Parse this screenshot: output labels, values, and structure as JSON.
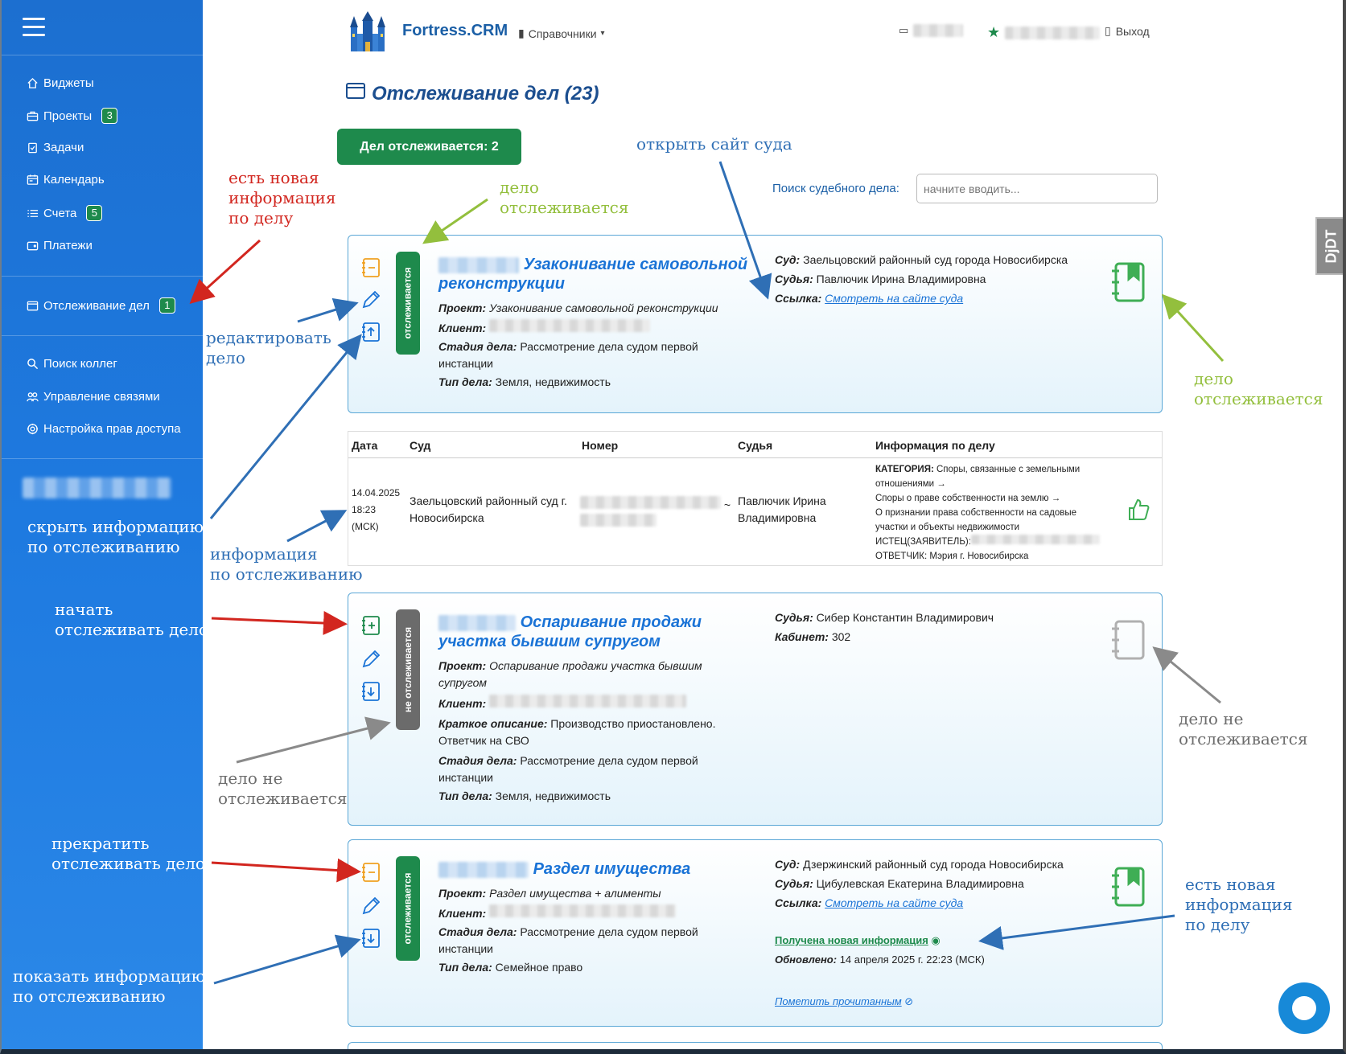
{
  "app": {
    "brand": "Fortress.CRM",
    "menu_reference": "Справочники",
    "header_logout": "Выход",
    "page_title": "Отслеживание дел (23)"
  },
  "sidebar": {
    "items": [
      {
        "label": "Виджеты",
        "icon": "home-icon"
      },
      {
        "label": "Проекты",
        "icon": "briefcase-icon",
        "badge": "3"
      },
      {
        "label": "Задачи",
        "icon": "clipboard-check-icon"
      },
      {
        "label": "Календарь",
        "icon": "calendar-icon"
      },
      {
        "label": "Счета",
        "icon": "list-icon",
        "badge": "5"
      },
      {
        "label": "Платежи",
        "icon": "wallet-icon"
      },
      {
        "label": "Отслеживание дел",
        "icon": "window-icon",
        "badge": "1"
      },
      {
        "label": "Поиск коллег",
        "icon": "search-icon"
      },
      {
        "label": "Управление связями",
        "icon": "people-icon"
      },
      {
        "label": "Настройка прав доступа",
        "icon": "gear-icon"
      }
    ]
  },
  "toolbar": {
    "tracked_count_label": "Дел отслеживается: 2",
    "search_label": "Поиск судебного дела:",
    "search_placeholder": "начните вводить..."
  },
  "cards": [
    {
      "status": "отслеживается",
      "title": "Узаконивание самовольной реконструкции",
      "title_line1": "Узаконивание самовольной",
      "title_line2": "реконструкции",
      "project_label": "Проект:",
      "project": "Узаконивание самовольной реконструкции",
      "client_label": "Клиент:",
      "stage_label": "Стадия дела:",
      "stage_line1": "Рассмотрение дела судом первой",
      "stage_line2": "инстанции",
      "type_label": "Тип дела:",
      "type": "Земля, недвижимость",
      "court_label": "Суд:",
      "court": "Заельцовский районный суд города Новосибирска",
      "judge_label": "Судья:",
      "judge": "Павлючик Ирина Владимировна",
      "link_label": "Ссылка:",
      "link": "Смотреть на сайте суда"
    },
    {
      "status": "не отслеживается",
      "title_line1": "Оспаривание продажи",
      "title_line2": "участка бывшим супругом",
      "project_label": "Проект:",
      "project_line1": "Оспаривание продажи участка бывшим",
      "project_line2": "супругом",
      "client_label": "Клиент:",
      "desc_label": "Краткое описание:",
      "desc_line1": "Производство приостановлено.",
      "desc_line2": "Ответчик на СВО",
      "stage_label": "Стадия дела:",
      "stage_line1": "Рассмотрение дела судом первой",
      "stage_line2": "инстанции",
      "type_label": "Тип дела:",
      "type": "Земля, недвижимость",
      "judge_label": "Судья:",
      "judge": "Сибер Константин Владимирович",
      "cabinet_label": "Кабинет:",
      "cabinet": "302"
    },
    {
      "status": "отслеживается",
      "title_line1": "Раздел имущества",
      "project_label": "Проект:",
      "project": "Раздел имущества + алименты",
      "client_label": "Клиент:",
      "stage_label": "Стадия дела:",
      "stage_line1": "Рассмотрение дела судом первой",
      "stage_line2": "инстанции",
      "type_label": "Тип дела:",
      "type": "Семейное право",
      "court_label": "Суд:",
      "court": "Дзержинский районный суд города Новосибирска",
      "judge_label": "Судья:",
      "judge": "Цибулевская Екатерина Владимировна",
      "link_label": "Ссылка:",
      "link": "Смотреть на сайте суда",
      "new_info": "Получена новая информация",
      "updated_label": "Обновлено:",
      "updated": "14 апреля 2025 г. 22:23 (МСК)",
      "mark_read": "Пометить прочитанным"
    }
  ],
  "tracking_table": {
    "headers": [
      "Дата",
      "Суд",
      "Номер",
      "Судья",
      "Информация по делу"
    ],
    "date_line1": "14.04.2025",
    "date_line2": "18:23",
    "date_line3": "(МСК)",
    "court_line1": "Заельцовский районный суд г.",
    "court_line2": "Новосибирска",
    "judge_line1": "Павлючик Ирина",
    "judge_line2": "Владимировна",
    "info_category_label": "КАТЕГОРИЯ:",
    "info_line1": "Споры, связанные с земельными",
    "info_line2": "отношениями →",
    "info_line3": "Споры о праве собственности на землю →",
    "info_line4": "О признании права собственности на садовые",
    "info_line5": "участки и объекты недвижимости",
    "info_line6": "ИСТЕЦ(ЗАЯВИТЕЛЬ):",
    "info_line7": "ОТВЕТЧИК: Мэрия г. Новосибирска"
  },
  "annotations": {
    "new_info_sidebar": [
      "есть новая",
      "информация",
      "по делу"
    ],
    "tracked_top": [
      "дело",
      "отслеживается"
    ],
    "open_court_site": "открыть сайт суда",
    "edit_case": [
      "редактировать",
      "дело"
    ],
    "tracked_right": [
      "дело",
      "отслеживается"
    ],
    "hide_info": [
      "скрыть информацию",
      "по отслеживанию"
    ],
    "tracking_info": [
      "информация",
      "по отслеживанию"
    ],
    "start_tracking": [
      "начать",
      "отслеживать дело"
    ],
    "not_tracked_left": [
      "дело не",
      "отслеживается"
    ],
    "not_tracked_right": [
      "дело не",
      "отслеживается"
    ],
    "stop_tracking": [
      "прекратить",
      "отслеживать дело"
    ],
    "show_info": [
      "показать информацию",
      "по отслеживанию"
    ],
    "new_info_right": [
      "есть новая",
      "информация",
      "по делу"
    ]
  },
  "debug_toolbar": "DjDT",
  "colors": {
    "sidebar": "#1e7ae0",
    "brand": "#1b5fa6",
    "tracked_green": "#1e8a4c",
    "untracked_gray": "#6b6b6b",
    "link_blue": "#1a73d6",
    "annotation_red": "#d2261f",
    "annotation_green": "#93bf3d",
    "annotation_blue": "#2f6fb5"
  }
}
